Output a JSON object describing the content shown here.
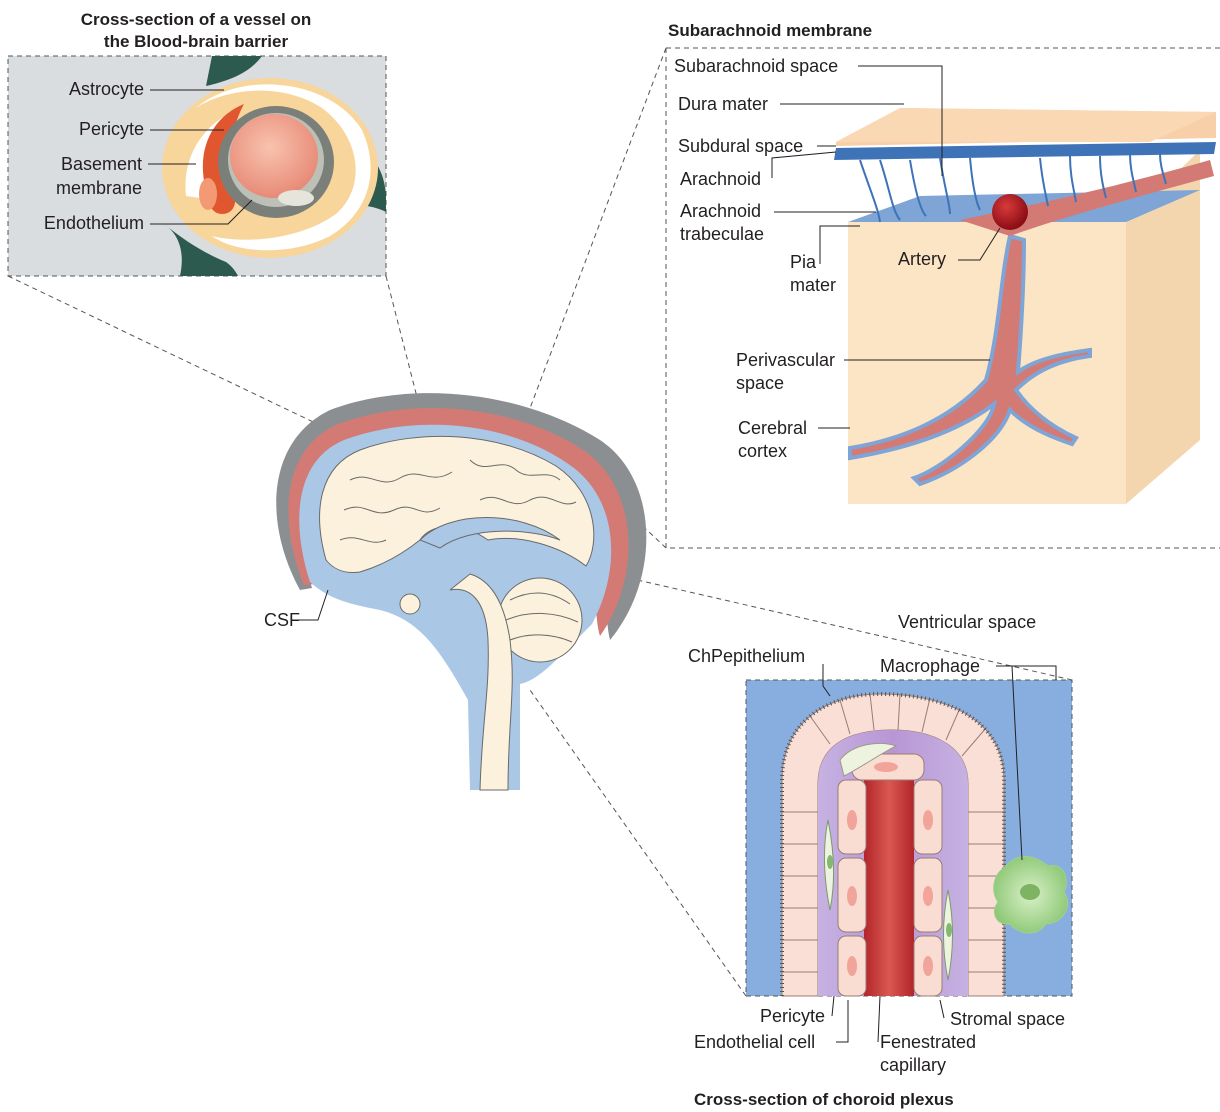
{
  "titles": {
    "bbb_line1": "Cross-section of a vessel on",
    "bbb_line2": "the Blood-brain barrier",
    "subarachnoid": "Subarachnoid membrane",
    "choroid": "Cross-section of choroid plexus"
  },
  "bbb_labels": {
    "astrocyte": "Astrocyte",
    "pericyte": "Pericyte",
    "basement_1": "Basement",
    "basement_2": "membrane",
    "endothelium": "Endothelium"
  },
  "brain_labels": {
    "csf": "CSF"
  },
  "meninges_labels": {
    "subarachnoid_space": "Subarachnoid space",
    "dura_mater": "Dura mater",
    "subdural_space": "Subdural space",
    "arachnoid": "Arachnoid",
    "trabeculae_1": "Arachnoid",
    "trabeculae_2": "trabeculae",
    "pia_1": "Pia",
    "pia_2": "mater",
    "artery": "Artery",
    "perivascular_1": "Perivascular",
    "perivascular_2": "space",
    "cortex_1": "Cerebral",
    "cortex_2": "cortex"
  },
  "choroid_labels": {
    "ventricular_space": "Ventricular space",
    "chp_epithelium": "ChPepithelium",
    "macrophage": "Macrophage",
    "pericyte": "Pericyte",
    "stromal_space": "Stromal space",
    "endothelial_cell": "Endothelial cell",
    "fenestrated_1": "Fenestrated",
    "fenestrated_2": "capillary"
  },
  "colors": {
    "csf_blue": "#aac7e6",
    "vessel_red": "#d47a74",
    "artery_dark": "#b8202a",
    "brain_cream": "#fbf1dc",
    "skull_grey": "#8c8f92",
    "astrocyte_green": "#2c5a4f",
    "pericyte_orange": "#e0572f",
    "ventricle_blue": "#88aee0",
    "stroma_purple": "#c5a9d9",
    "macrophage_green": "#9fd08a"
  }
}
